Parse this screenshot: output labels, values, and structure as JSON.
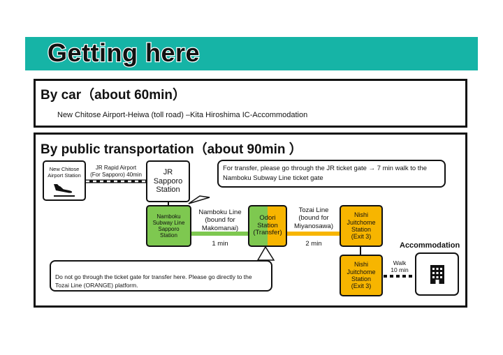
{
  "title": "Getting here",
  "car": {
    "heading": "By car（about 60min）",
    "route": "New Chitose Airport-Heiwa (toll road) –Kita Hiroshima IC-Accommodation"
  },
  "public": {
    "heading": "By public transportation（about 90min ）",
    "airport": {
      "line1": "New Chitose",
      "line2": "Airport Station",
      "icon": "airplane-landing-icon"
    },
    "jr_rapid": {
      "line1": "JR Rapid Airport",
      "line2": "(For Sapporo)  40min"
    },
    "jr_sapporo": {
      "line1": "JR",
      "line2": "Sapporo",
      "line3": "Station"
    },
    "transfer_note": "For transfer, please go through the JR ticket gate → 7 min walk to the Namboku Subway Line ticket gate",
    "namboku_station": {
      "line1": "Namboku",
      "line2": "Subway Line",
      "line3": "Sapporo",
      "line4": "Station"
    },
    "namboku_line": {
      "line1": "Namboku Line",
      "line2": "(bound for",
      "line3": "Makomanai)",
      "time": "1 min"
    },
    "odori": {
      "line1": "Odori",
      "line2": "Station",
      "line3": "(Transfer)"
    },
    "tozai_line": {
      "line1": "Tozai Line",
      "line2": "(bound for",
      "line3": "Miyanosawa)",
      "time": "2 min"
    },
    "nishi_top": {
      "line1": "Nishi",
      "line2": "Juitchome",
      "line3": "Station",
      "line4": "(Exit 3)"
    },
    "nishi_bottom": {
      "line1": "Nishi",
      "line2": "Juitchome",
      "line3": "Station",
      "line4": "(Exit 3)"
    },
    "gate_note": "Do not go through the ticket gate for transfer here. Please go directly to the Tozai Line (ORANGE) platform.",
    "accommodation": {
      "label": "Accommodation",
      "icon": "building-icon"
    },
    "walk": {
      "line1": "Walk",
      "line2": "10 min"
    }
  },
  "colors": {
    "banner": "#16b4a6",
    "namboku": "#7ec850",
    "tozai": "#f7b500"
  }
}
